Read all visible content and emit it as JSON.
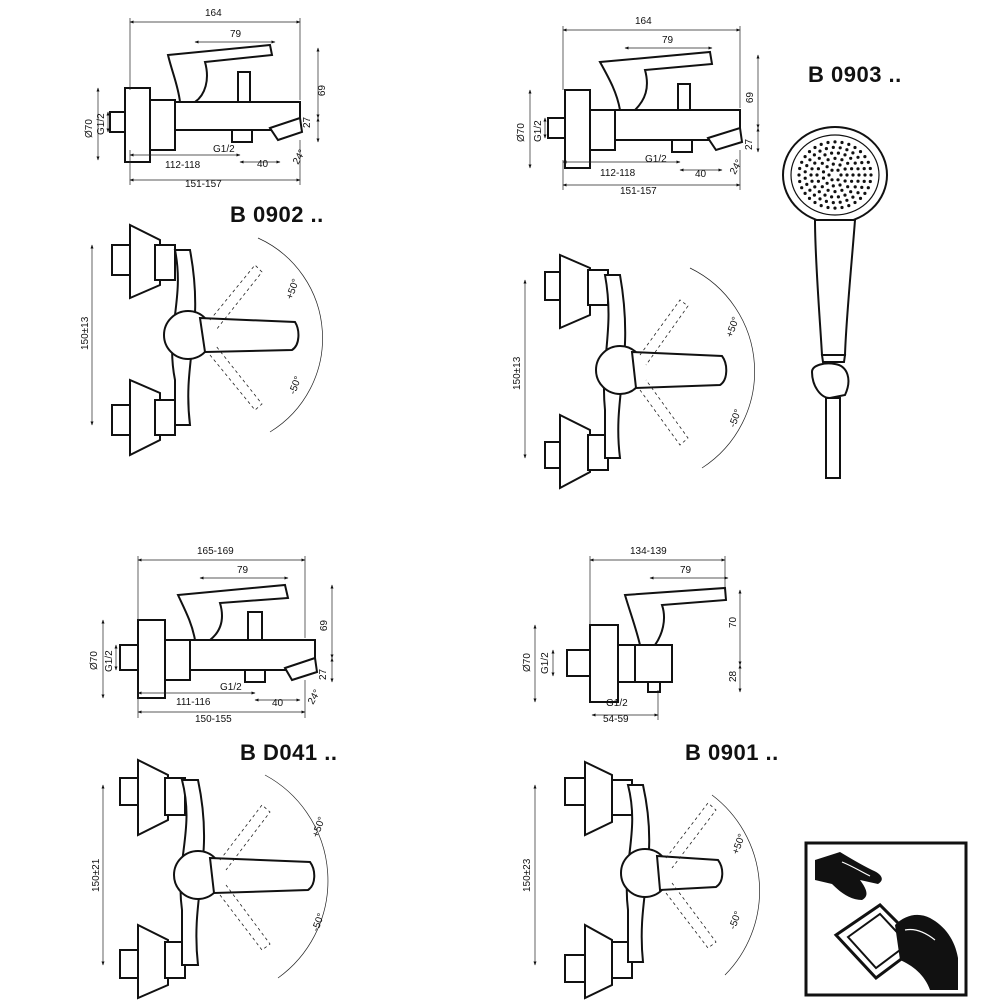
{
  "colors": {
    "ink": "#111111",
    "paper": "#ffffff"
  },
  "drawings": {
    "b0902": {
      "title": "B 0902 ..",
      "side": {
        "d164": "164",
        "d79": "79",
        "d69": "69",
        "d27": "27",
        "d24": "24°",
        "d70": "Ø70",
        "g12a": "G1/2",
        "g12b": "G1/2",
        "d112": "112-118",
        "d40": "40",
        "d151": "151-157"
      },
      "top": {
        "d150": "150±13",
        "p50": "+50°",
        "m50": "-50°"
      }
    },
    "b0903": {
      "title": "B 0903 ..",
      "side": {
        "d164": "164",
        "d79": "79",
        "d69": "69",
        "d27": "27",
        "d24": "24°",
        "d70": "Ø70",
        "g12a": "G1/2",
        "g12b": "G1/2",
        "d112": "112-118",
        "d40": "40",
        "d151": "151-157"
      },
      "top": {
        "d150": "150±13",
        "p50": "+50°",
        "m50": "-50°"
      }
    },
    "bd041": {
      "title": "B D041 ..",
      "side": {
        "d165": "165-169",
        "d79": "79",
        "d69": "69",
        "d27": "27",
        "d24": "24°",
        "d70": "Ø70",
        "g12a": "G1/2",
        "g12b": "G1/2",
        "d111": "111-116",
        "d40": "40",
        "d150": "150-155"
      },
      "top": {
        "d150": "150±21",
        "p50": "+50°",
        "m50": "-50°"
      }
    },
    "b0901": {
      "title": "B 0901 ..",
      "side": {
        "d134": "134-139",
        "d79": "79",
        "d70h": "70",
        "d28": "28",
        "d70": "Ø70",
        "g12a": "G1/2",
        "g12b": "G1/2",
        "d54": "54-59"
      },
      "top": {
        "d150": "150±23",
        "p50": "+50°",
        "m50": "-50°"
      }
    }
  },
  "icons": {
    "shower_head": "hand-shower-icon",
    "instructions": "hand-and-manual-icon"
  }
}
